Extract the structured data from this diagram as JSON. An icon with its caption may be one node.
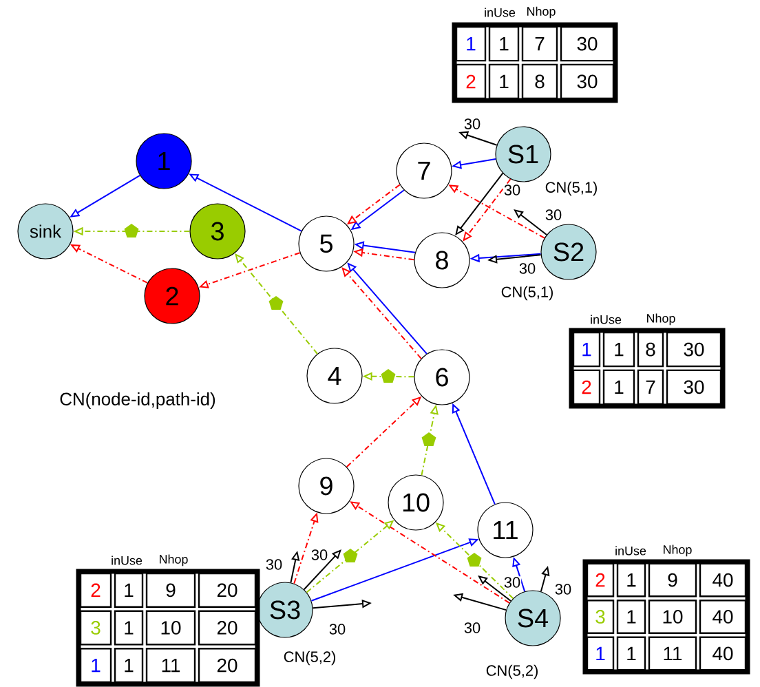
{
  "diagram": {
    "nodes": [
      {
        "text": [
          "sink"
        ]
      },
      {
        "text": [
          "1"
        ]
      },
      {
        "text": [
          "2"
        ]
      },
      {
        "text": [
          "3"
        ]
      },
      {
        "text": [
          "5"
        ]
      },
      {
        "text": [
          "7"
        ]
      },
      {
        "text": [
          "8"
        ]
      },
      {
        "text": [
          "S1"
        ],
        "beside": [
          "CN(5,1)"
        ]
      },
      {
        "text": [
          "S2"
        ],
        "beside": [
          "CN(5,1)"
        ]
      },
      {
        "text": [
          "4"
        ]
      },
      {
        "text": [
          "6"
        ]
      },
      {
        "text": [
          "9"
        ]
      },
      {
        "text": [
          "10"
        ]
      },
      {
        "text": [
          "11"
        ]
      },
      {
        "text": [
          "S3"
        ],
        "beside": [
          "CN(5,2)"
        ]
      },
      {
        "text": [
          "S4"
        ],
        "beside": [
          "CN(5,2)"
        ]
      }
    ],
    "edges": [
      {
        "from": 1,
        "to": 0,
        "arrow": "to",
        "color": "#0000ff"
      },
      {
        "from": 4,
        "to": 1,
        "arrow": "to",
        "color": "#0000ff"
      },
      {
        "from": 5,
        "to": 4,
        "arrow": "to",
        "color": "#0000ff"
      },
      {
        "from": 6,
        "to": 4,
        "arrow": "to",
        "color": "#0000ff"
      },
      {
        "from": 10,
        "to": 4,
        "arrow": "to",
        "color": "#0000ff"
      },
      {
        "from": 7,
        "to": 5,
        "arrow": "to",
        "color": "#0000ff"
      },
      {
        "from": 8,
        "to": 6,
        "arrow": "to",
        "color": "#0000ff"
      },
      {
        "from": 13,
        "to": 10,
        "arrow": "to",
        "color": "#0000ff"
      },
      {
        "from": 14,
        "to": 13,
        "arrow": "to",
        "color": "#0000ff"
      },
      {
        "from": 15,
        "to": 13,
        "arrow": "to",
        "color": "#0000ff"
      },
      {
        "from": 2,
        "to": 0,
        "arrow": "to",
        "style": "dashed",
        "color": "#ff0000"
      },
      {
        "from": 4,
        "to": 2,
        "arrow": "to",
        "style": "dashed",
        "color": "#ff0000"
      },
      {
        "from": 5,
        "to": 4,
        "arrow": "to",
        "style": "dashed",
        "color": "#ff0000"
      },
      {
        "from": 6,
        "to": 4,
        "arrow": "to",
        "style": "dashed",
        "color": "#ff0000"
      },
      {
        "from": 10,
        "to": 4,
        "arrow": "to",
        "style": "dashed",
        "color": "#ff0000"
      },
      {
        "from": 7,
        "to": 6,
        "arrow": "to",
        "style": "dashed",
        "color": "#ff0000"
      },
      {
        "from": 8,
        "to": 5,
        "arrow": "to",
        "style": "dashed",
        "color": "#ff0000"
      },
      {
        "from": 11,
        "to": 10,
        "arrow": "to",
        "style": "dashed",
        "color": "#ff0000"
      },
      {
        "from": 14,
        "to": 11,
        "arrow": "to",
        "style": "dashed",
        "color": "#ff0000"
      },
      {
        "from": 15,
        "to": 11,
        "arrow": "to",
        "style": "dashed",
        "color": "#ff0000"
      },
      {
        "from": 3,
        "to": 0,
        "arrow": "to",
        "style": "dashed",
        "color": "#99cc00"
      },
      {
        "from": 9,
        "to": 3,
        "arrow": "to",
        "style": "dashed",
        "color": "#99cc00"
      },
      {
        "from": 10,
        "to": 9,
        "arrow": "to",
        "style": "dashed",
        "color": "#99cc00"
      },
      {
        "from": 12,
        "to": 10,
        "arrow": "to",
        "style": "dashed",
        "color": "#99cc00"
      },
      {
        "from": 14,
        "to": 12,
        "arrow": "to",
        "style": "dashed",
        "color": "#99cc00"
      },
      {
        "from": 15,
        "to": 12,
        "arrow": "to",
        "style": "dashed",
        "color": "#99cc00"
      },
      {
        "from": 7,
        "to": null,
        "arrow": "to",
        "label": "30",
        "color": "#000000"
      },
      {
        "from": 7,
        "to": 6,
        "arrow": "to",
        "label": "30",
        "color": "#000000"
      },
      {
        "from": 8,
        "to": null,
        "arrow": "to",
        "label": "30",
        "color": "#000000"
      },
      {
        "from": 8,
        "to": null,
        "arrow": "to",
        "label": "30",
        "color": "#000000"
      },
      {
        "from": 14,
        "to": null,
        "arrow": "to",
        "label": "30",
        "color": "#000000"
      },
      {
        "from": 14,
        "to": null,
        "arrow": "to",
        "label": "30",
        "color": "#000000"
      },
      {
        "from": 14,
        "to": null,
        "arrow": "to",
        "label": "30",
        "color": "#000000"
      },
      {
        "from": 15,
        "to": null,
        "arrow": "to",
        "label": "30",
        "color": "#000000"
      },
      {
        "from": 15,
        "to": null,
        "arrow": "to",
        "label": "30",
        "color": "#000000"
      },
      {
        "from": 15,
        "to": null,
        "arrow": "to",
        "label": "30",
        "color": "#000000"
      }
    ],
    "labels": [
      "inUse",
      "Nhop",
      "1",
      "1",
      "7",
      "30",
      "2",
      "1",
      "8",
      "30",
      "inUse",
      "Nhop",
      "1",
      "1",
      "8",
      "30",
      "2",
      "1",
      "7",
      "30",
      "CN(node-id,path-id)",
      "inUse",
      "Nhop",
      "2",
      "1",
      "9",
      "20",
      "3",
      "1",
      "10",
      "20",
      "1",
      "1",
      "11",
      "20",
      "inUse",
      "Nhop",
      "2",
      "1",
      "9",
      "40",
      "3",
      "1",
      "10",
      "40",
      "1",
      "1",
      "11",
      "40"
    ]
  }
}
